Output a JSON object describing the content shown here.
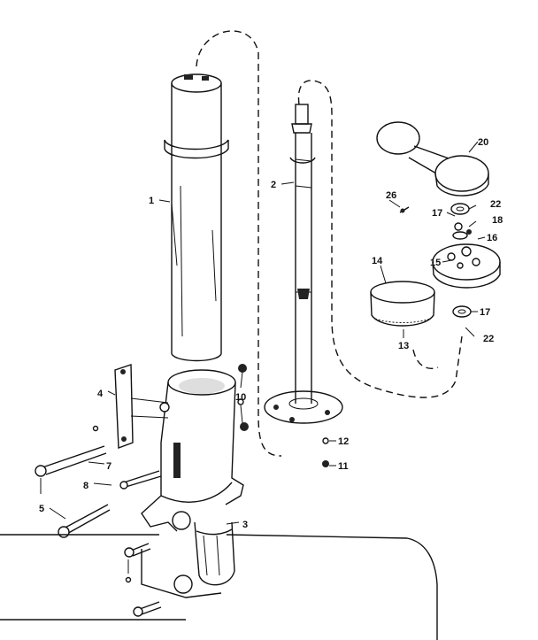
{
  "labels": {
    "l1": "1",
    "l2": "2",
    "l3": "3",
    "l4": "4",
    "l5": "5",
    "l7": "7",
    "l8": "8",
    "l10": "10",
    "l11": "11",
    "l12": "12",
    "l13": "13",
    "l14": "14",
    "l15": "15",
    "l16": "16",
    "l17a": "17",
    "l17b": "17",
    "l18": "18",
    "l20": "20",
    "l22a": "22",
    "l22b": "22",
    "l26": "26"
  }
}
